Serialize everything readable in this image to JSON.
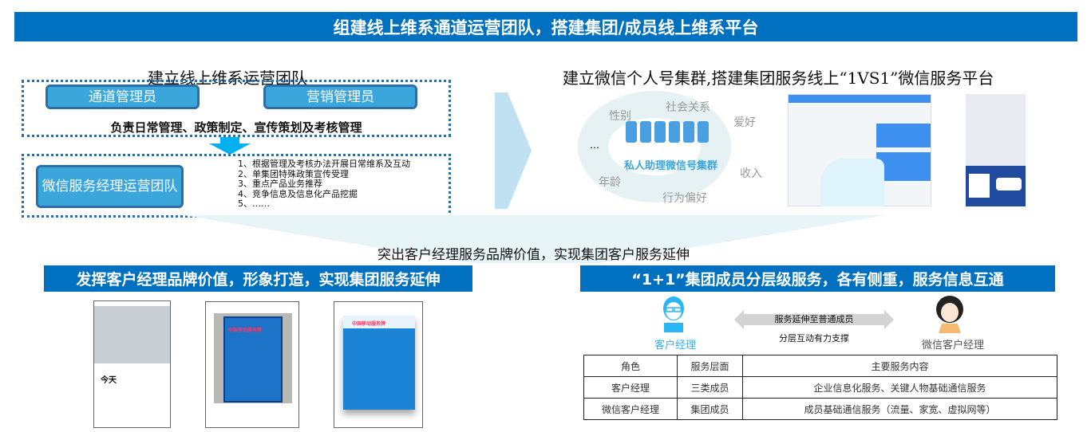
{
  "header": {
    "title": "组建线上维系通道运营团队，搭建集团/成员线上维系平台"
  },
  "left_top": {
    "title": "建立线上维系运营团队",
    "roles": [
      "通道管理员",
      "营销管理员"
    ],
    "duty": "负责日常管理、政策制定、宣传策划及考核管理",
    "team": "微信服务经理运营团队",
    "tasks": [
      "1、根据管理及考核办法开展日常维系及互动",
      "2、单集团特殊政策宣传受理",
      "3、重点产品业务推荐",
      "4、竞争信息及信息化产品挖掘",
      "5、……"
    ]
  },
  "right_top": {
    "title": "建立微信个人号集群,搭建集团服务线上“1VS1”微信服务平台",
    "cluster_label": "私人助理微信号集群",
    "keywords": [
      "性别",
      "社会关系",
      "爱好",
      "收入",
      "行为偏好",
      "年龄",
      "…"
    ]
  },
  "caption": "突出客户经理服务品牌价值，实现集团客户服务延伸",
  "left_bottom": {
    "banner": "发挥客户经理品牌价值，形象打造，实现集团服务延伸",
    "poster_title": "中国移动服务牌"
  },
  "right_bottom": {
    "banner": "“1+1”集团成员分层级服务，各有侧重，服务信息互通",
    "left_role": "客户经理",
    "right_role": "微信客户经理",
    "arrow_text": "服务延伸至普通成员",
    "support_text": "分层互动有力支撑",
    "table": {
      "headers": [
        "角色",
        "服务层面",
        "主要服务内容"
      ],
      "rows": [
        [
          "客户经理",
          "三类成员",
          "企业信息化服务、关键人物基础通信服务"
        ],
        [
          "微信客户经理",
          "集团成员",
          "成员基础通信服务（流量、家宽、虚拟网等）"
        ]
      ]
    }
  },
  "colors": {
    "primary": "#0070c0",
    "button": "#3aa6dc",
    "accent": "#29b6f6"
  }
}
